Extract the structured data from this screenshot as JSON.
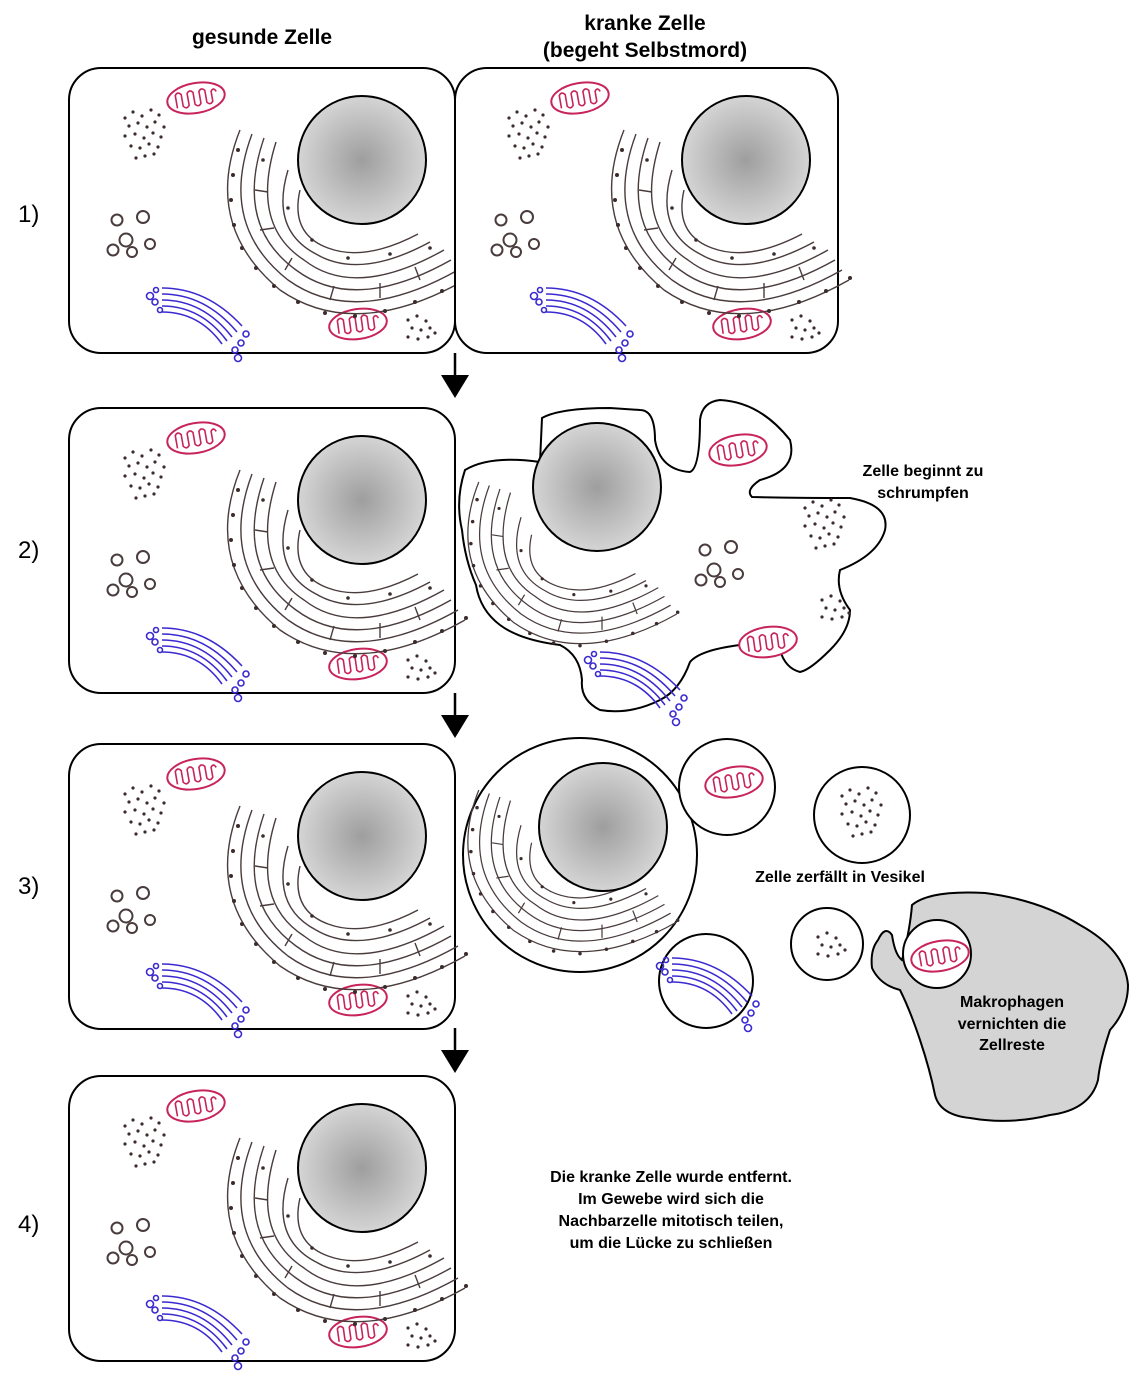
{
  "headers": {
    "healthy": "gesunde Zelle",
    "sick_line1": "kranke Zelle",
    "sick_line2": "(begeht Selbstmord)"
  },
  "steps": [
    "1)",
    "2)",
    "3)",
    "4)"
  ],
  "annotations": {
    "shrink_line1": "Zelle beginnt zu",
    "shrink_line2": "schrumpfen",
    "vesicle": "Zelle zerfällt in Vesikel",
    "macro_line1": "Makrophagen",
    "macro_line2": "vernichten die",
    "macro_line3": "Zellreste",
    "final_line1": "Die kranke Zelle wurde entfernt.",
    "final_line2": "Im Gewebe wird sich die",
    "final_line3": "Nachbarzelle mitotisch teilen,",
    "final_line4": "um die Lücke zu schließen"
  },
  "colors": {
    "mitochondrion": "#c8245c",
    "golgi": "#3a2ad0",
    "er": "#4a3c3c",
    "nucleus_center": "#9e9e9e",
    "nucleus_edge": "#dadada",
    "macrophage": "#d4d4d4"
  }
}
